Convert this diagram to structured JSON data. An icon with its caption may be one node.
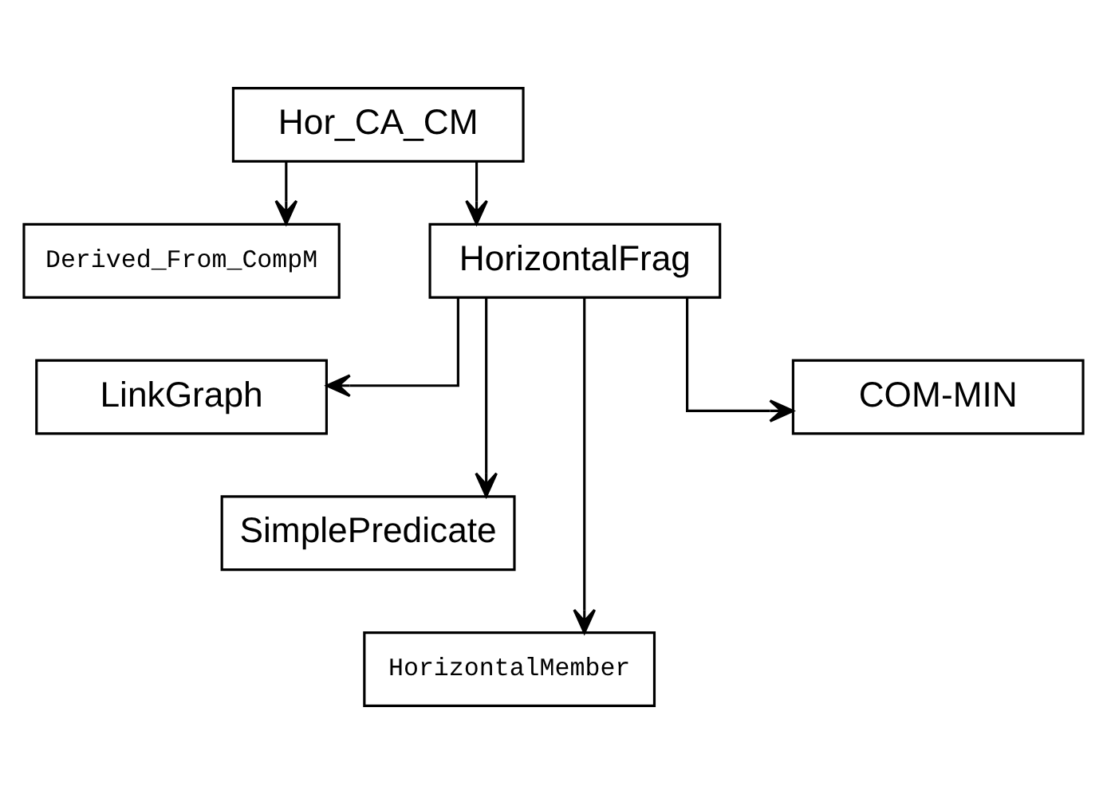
{
  "diagram": {
    "nodes": [
      {
        "text": [
          "Hor_CA_CM"
        ]
      },
      {
        "text": [
          "HorizontalFrag"
        ]
      },
      {
        "text": [
          "Derived_From_CompM"
        ]
      },
      {
        "text": [
          "LinkGraph"
        ]
      },
      {
        "text": [
          "SimplePredicate"
        ]
      },
      {
        "text": [
          "HorizontalMember"
        ]
      },
      {
        "text": [
          "COM-MIN"
        ]
      }
    ],
    "edges": [
      {
        "from": 0,
        "to": 1,
        "arrow": "to"
      },
      {
        "from": 0,
        "to": 2,
        "arrow": "to"
      },
      {
        "from": 1,
        "to": 3,
        "arrow": "to"
      },
      {
        "from": 1,
        "to": 4,
        "arrow": "to"
      },
      {
        "from": 1,
        "to": 5,
        "arrow": "to"
      },
      {
        "from": 1,
        "to": 6,
        "arrow": "to"
      }
    ]
  }
}
